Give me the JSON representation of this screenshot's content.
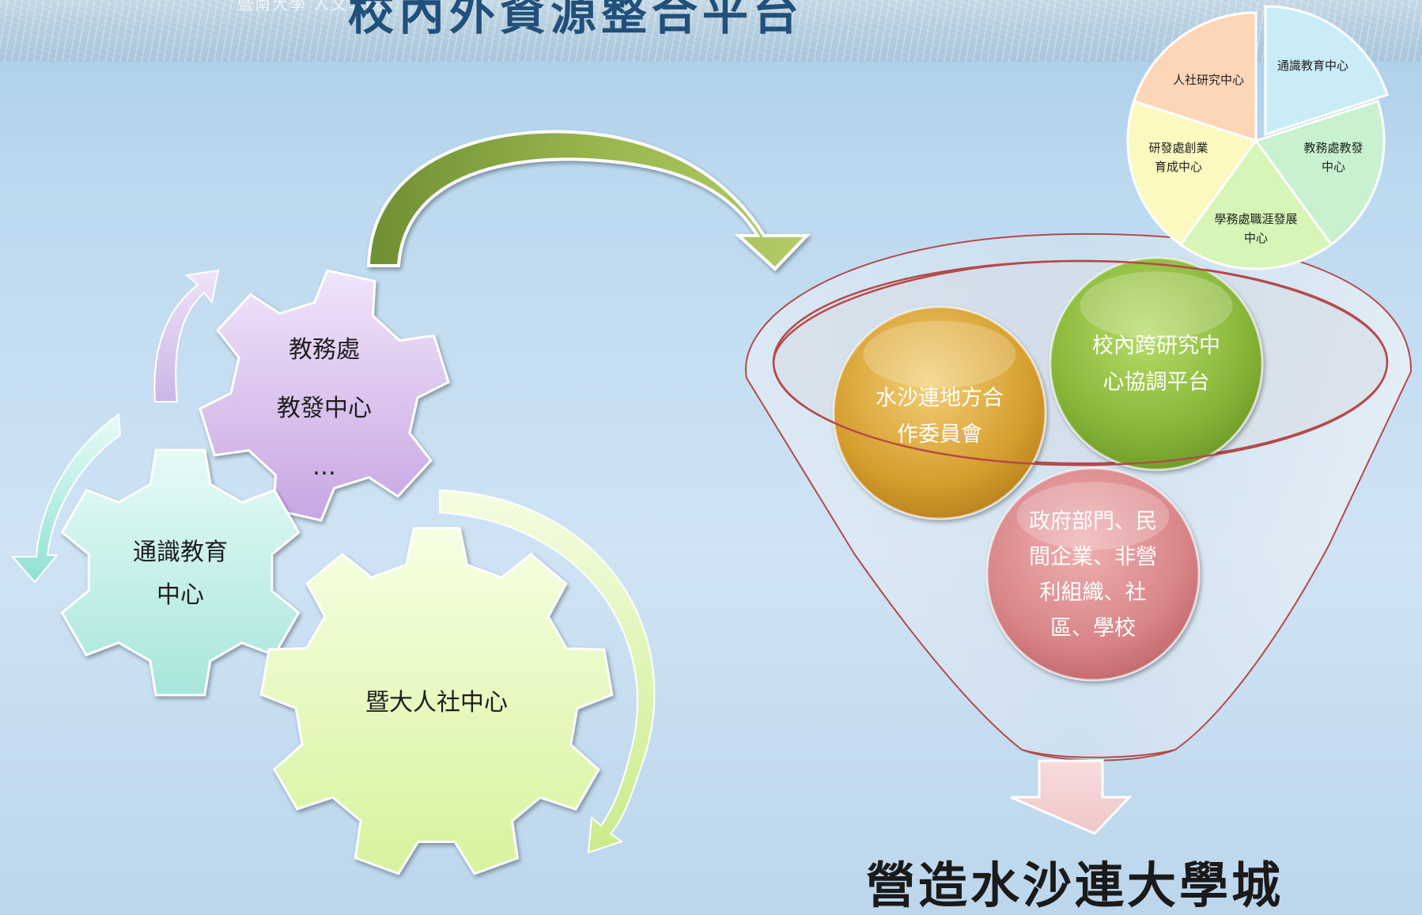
{
  "header": {
    "title": "校內外資源整合平台",
    "logo_text": "暨南大學 人文學院"
  },
  "gears": [
    {
      "id": "academic-affairs",
      "lines": [
        "教務處",
        "教發中心",
        "…"
      ]
    },
    {
      "id": "general-education",
      "lines": [
        "通識教育",
        "中心"
      ]
    },
    {
      "id": "humanities-center",
      "lines": [
        "暨大人社中心"
      ]
    }
  ],
  "funnel": {
    "balls": [
      {
        "id": "water-sand-lian",
        "lines": [
          "水沙連地方合",
          "作委員會"
        ]
      },
      {
        "id": "cross-research",
        "lines": [
          "校內跨研究中",
          "心協調平台"
        ]
      },
      {
        "id": "external-partners",
        "lines": [
          "政府部門、民",
          "間企業、非營",
          "利組織、社",
          "區、學校"
        ]
      }
    ]
  },
  "pie": {
    "slices": [
      {
        "id": "general-ed",
        "lines": [
          "通識教育中心"
        ],
        "color": "#c9ecf6"
      },
      {
        "id": "teaching-dev",
        "lines": [
          "教務處教發",
          "中心"
        ],
        "color": "#c8f1cf"
      },
      {
        "id": "career-dev",
        "lines": [
          "學務處職涯發展",
          "中心"
        ],
        "color": "#d6f5b6"
      },
      {
        "id": "incubation",
        "lines": [
          "研發處創業",
          "育成中心"
        ],
        "color": "#fbf9c0"
      },
      {
        "id": "humanities-research",
        "lines": [
          "人社研究中心"
        ],
        "color": "#fcd6b7"
      }
    ]
  },
  "slogan": "營造水沙連大學城",
  "colors": {
    "gear_purple": "#dcc6ee",
    "gear_teal": "#c6f0ea",
    "gear_green": "#e6fbba",
    "ball_gold": "#d9a233",
    "ball_green": "#8bbb3c",
    "ball_red": "#d98588",
    "arrow_green": "#7f9c3c"
  }
}
